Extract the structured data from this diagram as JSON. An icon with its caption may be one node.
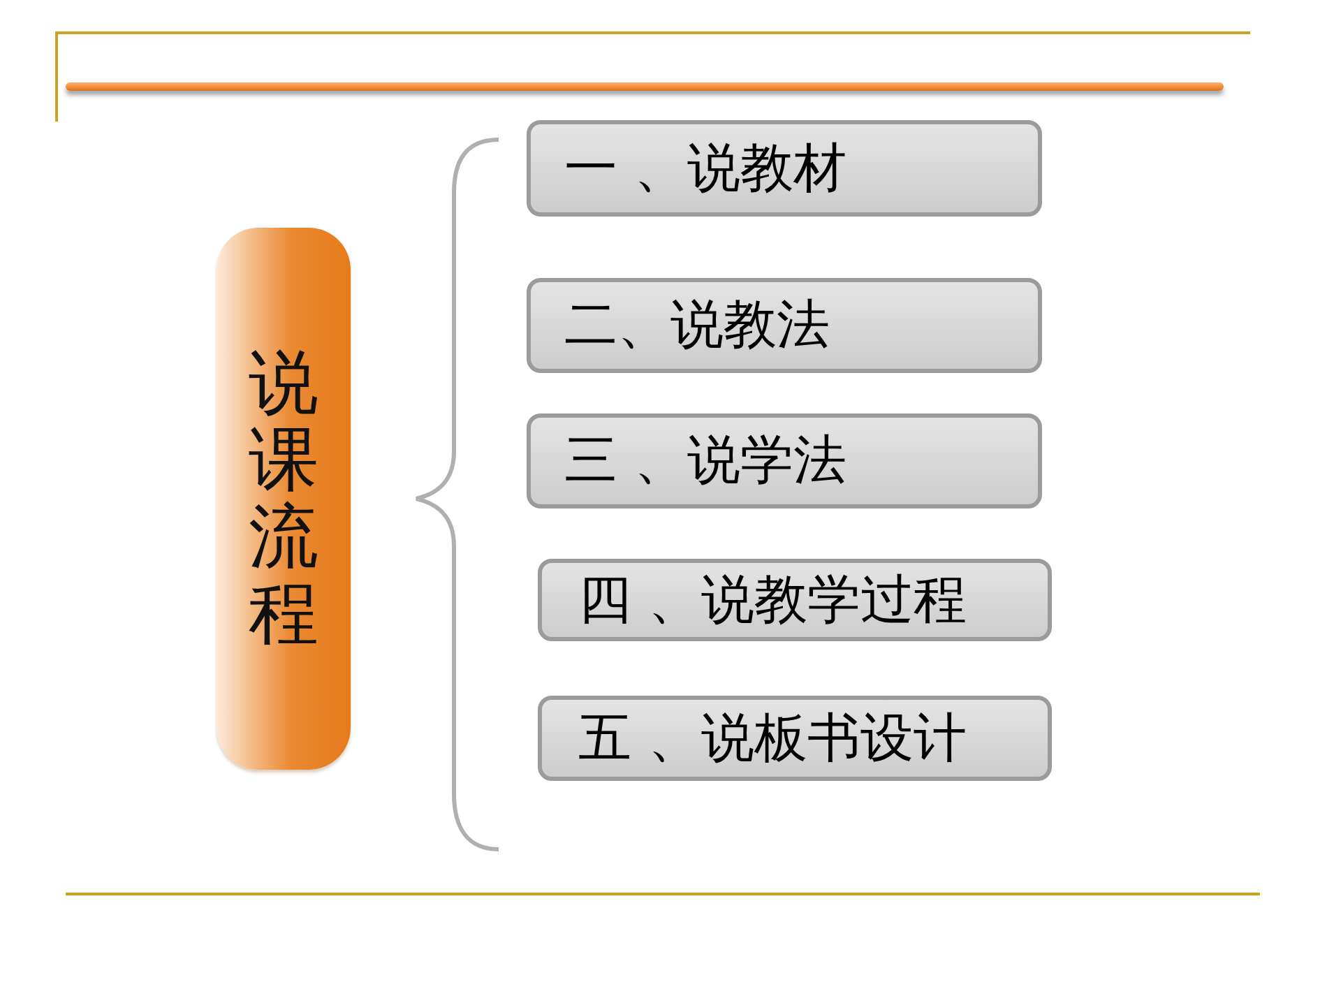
{
  "diagram": {
    "nodes": [
      {
        "text": [
          "说课流程"
        ]
      },
      {
        "text": [
          "一 、说教材"
        ]
      },
      {
        "text": [
          "二、说教法"
        ]
      },
      {
        "text": [
          "三 、说学法"
        ]
      },
      {
        "text": [
          "四 、说教学过程"
        ]
      },
      {
        "text": [
          "五 、说板书设计"
        ]
      }
    ]
  }
}
